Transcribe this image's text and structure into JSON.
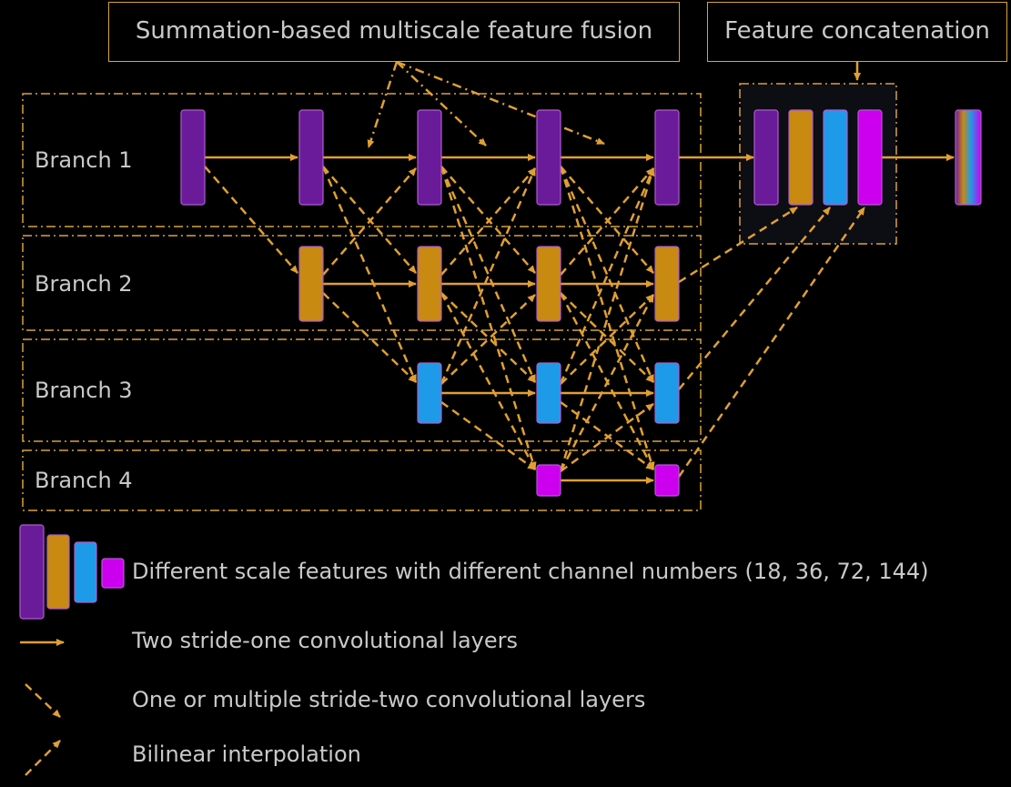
{
  "title_fusion": "Summation-based multiscale feature fusion",
  "title_concat": "Feature concatenation",
  "branches": [
    "Branch 1",
    "Branch 2",
    "Branch 3",
    "Branch 4"
  ],
  "legend": {
    "features": "Different scale features with different channel numbers (18, 36, 72, 144)",
    "stride_one": "Two stride-one convolutional layers",
    "stride_two": "One or multiple stride-two convolutional layers",
    "bilinear": "Bilinear interpolation"
  },
  "colors": {
    "branch1": "#6a1b9a",
    "branch2": "#c88a10",
    "branch3": "#1e9be8",
    "branch4": "#cc00ee",
    "arrow": "#e0a030",
    "box_border": "#d9a23a"
  }
}
